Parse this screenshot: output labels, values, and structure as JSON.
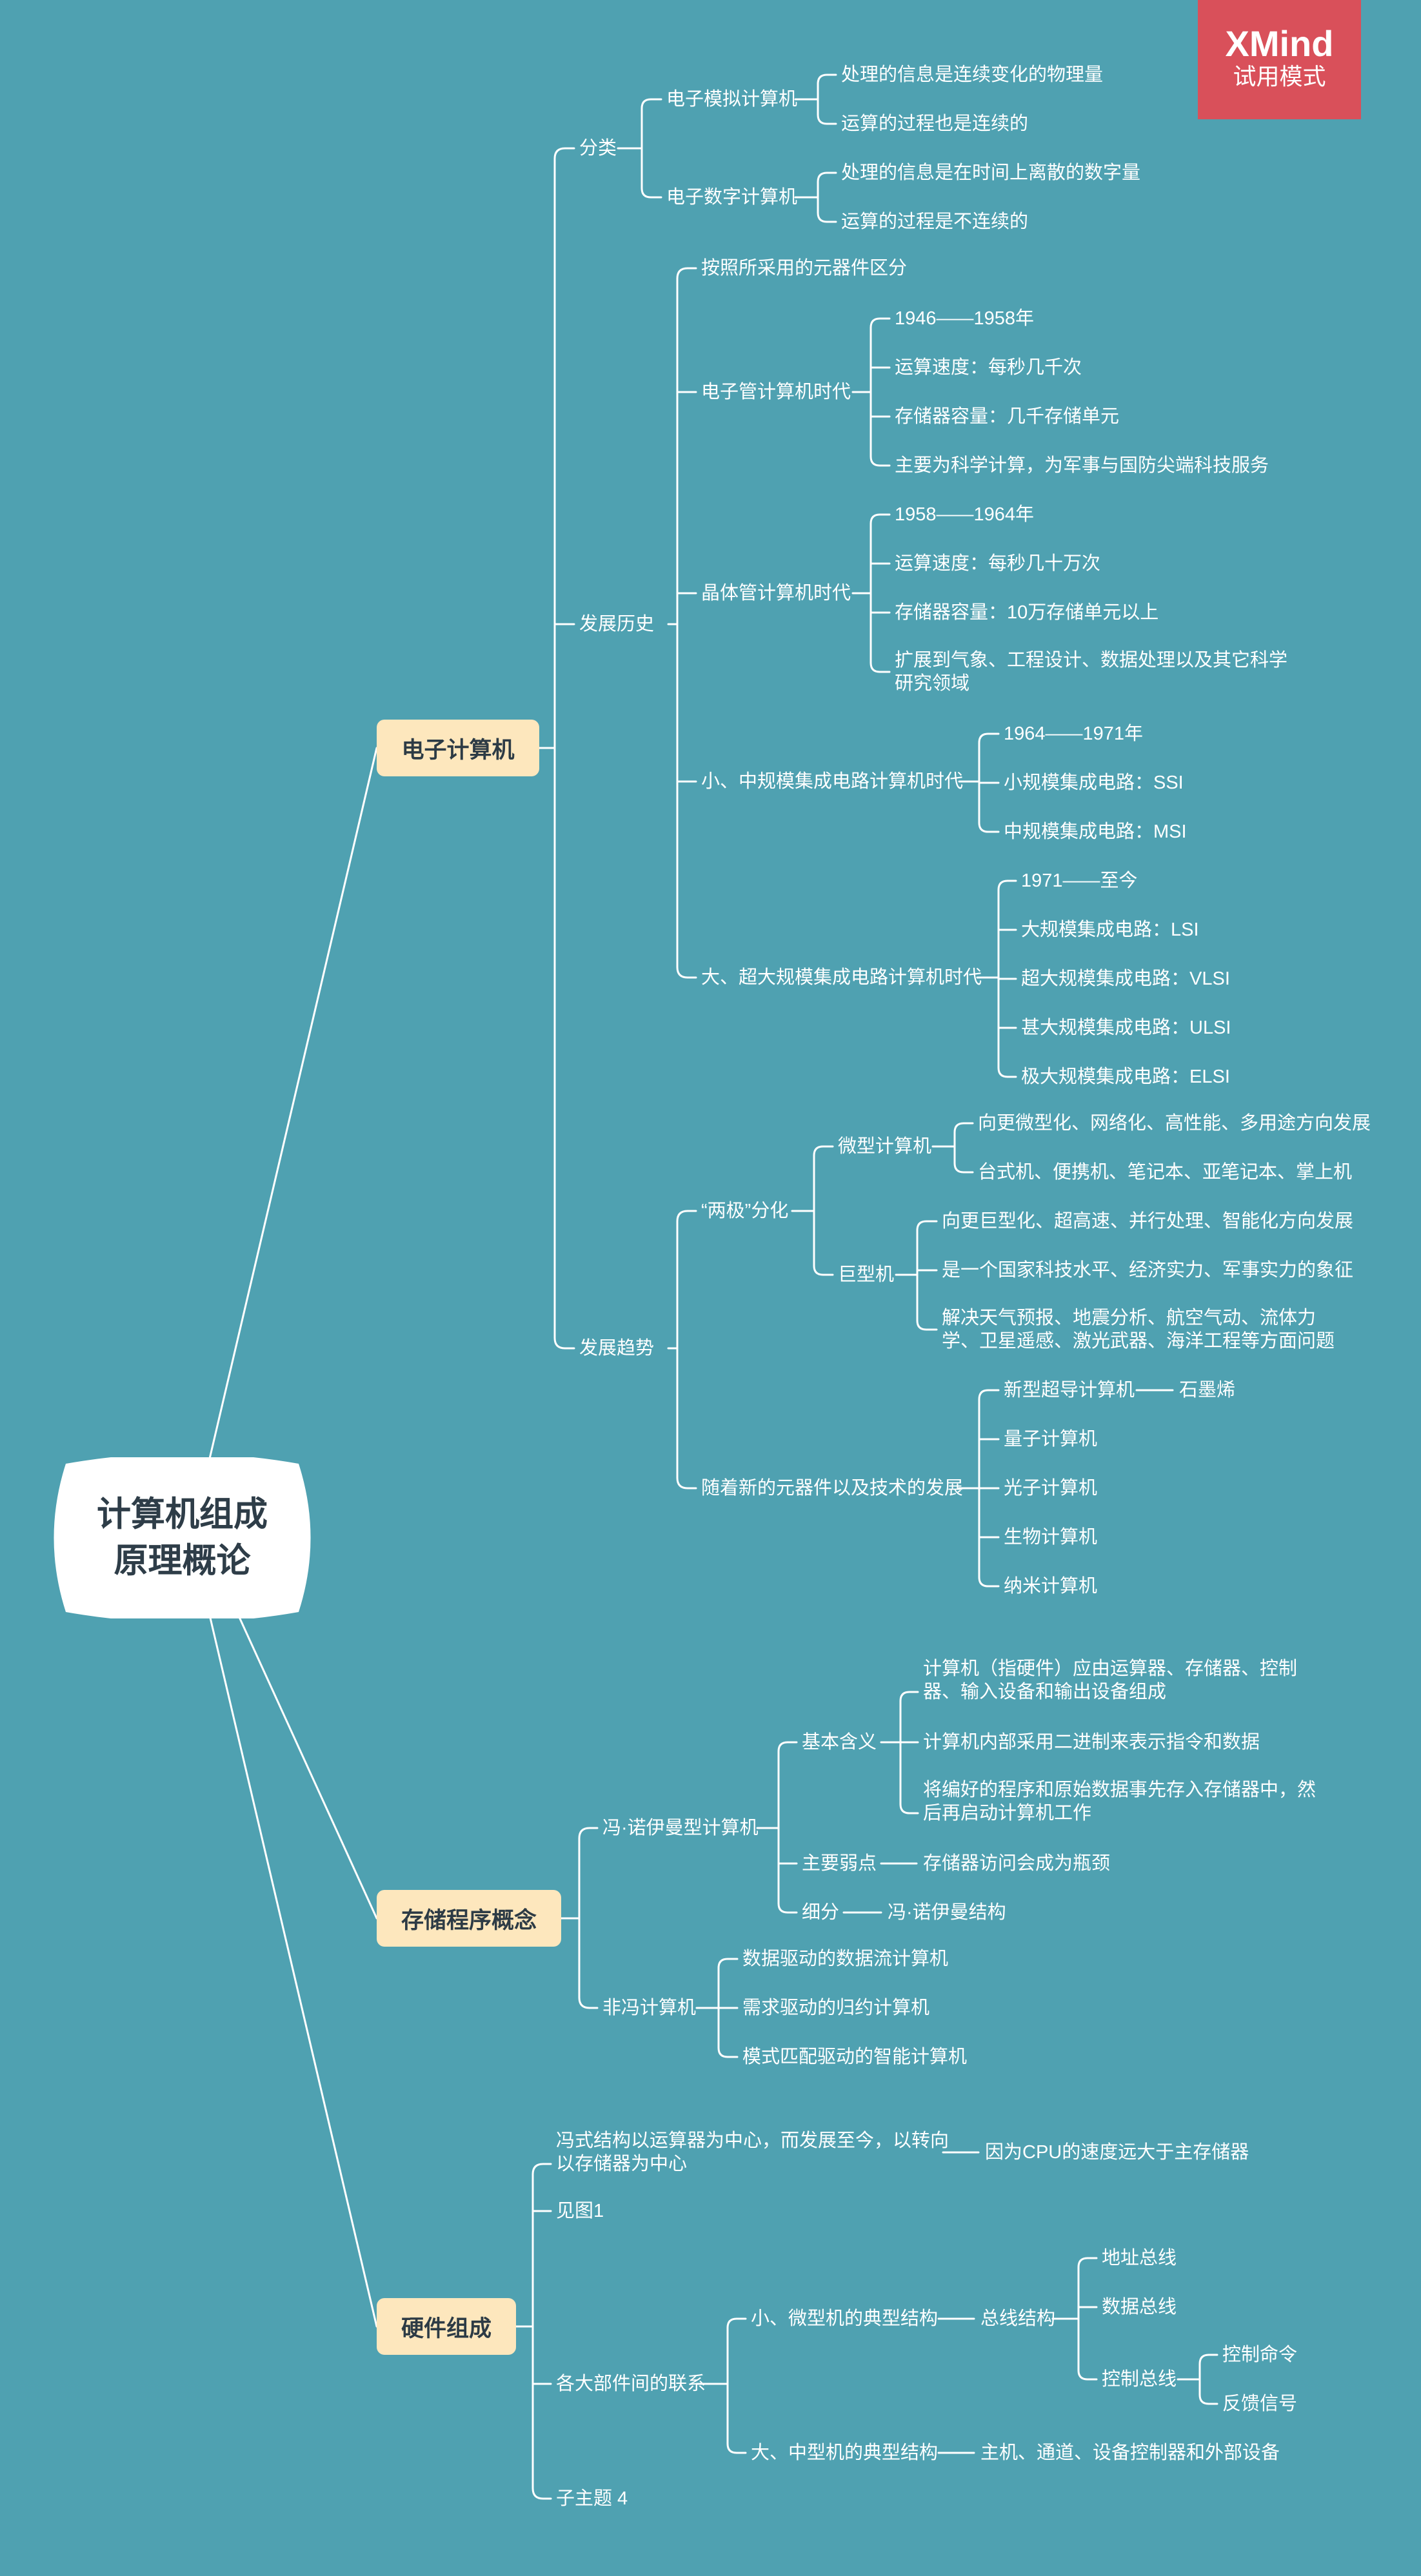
{
  "root": {
    "line1": "计算机组成",
    "line2": "原理概论"
  },
  "watermark": {
    "brand": "XMind",
    "mode": "试用模式"
  },
  "colors": {
    "background": "#4fa1b1",
    "main_topic_fill": "#fde7bd",
    "badge": "#d9505a",
    "line": "#ffffff"
  },
  "topics": {
    "electronic": {
      "label": "电子计算机",
      "classification": {
        "label": "分类",
        "analog": {
          "label": "电子模拟计算机",
          "items": [
            "处理的信息是连续变化的物理量",
            "运算的过程也是连续的"
          ]
        },
        "digital": {
          "label": "电子数字计算机",
          "items": [
            "处理的信息是在时间上离散的数字量",
            "运算的过程是不连续的"
          ]
        }
      },
      "history": {
        "label": "发展历史",
        "basis": "按照所采用的元器件区分",
        "tube": {
          "label": "电子管计算机时代",
          "items": [
            "1946——1958年",
            "运算速度：每秒几千次",
            "存储器容量：几千存储单元",
            "主要为科学计算，为军事与国防尖端科技服务"
          ]
        },
        "transistor": {
          "label": "晶体管计算机时代",
          "items": [
            "1958——1964年",
            "运算速度：每秒几十万次",
            "存储器容量：10万存储单元以上",
            "扩展到气象、工程设计、数据处理以及其它科学",
            "研究领域"
          ]
        },
        "ssi_msi": {
          "label": "小、中规模集成电路计算机时代",
          "items": [
            "1964——1971年",
            "小规模集成电路：SSI",
            "中规模集成电路：MSI"
          ]
        },
        "lsi": {
          "label": "大、超大规模集成电路计算机时代",
          "items": [
            "1971——至今",
            "大规模集成电路：LSI",
            "超大规模集成电路：VLSI",
            "甚大规模集成电路：ULSI",
            "极大规模集成电路：ELSI"
          ]
        }
      },
      "trend": {
        "label": "发展趋势",
        "two_poles": {
          "label": "“两极”分化",
          "micro": {
            "label": "微型计算机",
            "items": [
              "向更微型化、网络化、高性能、多用途方向发展",
              "台式机、便携机、笔记本、亚笔记本、掌上机"
            ]
          },
          "giant": {
            "label": "巨型机",
            "items": [
              "向更巨型化、超高速、并行处理、智能化方向发展",
              "是一个国家科技水平、经济实力、军事实力的象征",
              "解决天气预报、地震分析、航空气动、流体力",
              "学、卫星遥感、激光武器、海洋工程等方面问题"
            ]
          }
        },
        "new_tech": {
          "label": "随着新的元器件以及技术的发展",
          "items": [
            "新型超导计算机",
            "量子计算机",
            "光子计算机",
            "生物计算机",
            "纳米计算机"
          ],
          "graphene": "石墨烯"
        }
      }
    },
    "stored_program": {
      "label": "存储程序概念",
      "von": {
        "label": "冯·诺伊曼型计算机",
        "basic": {
          "label": "基本含义",
          "items": [
            "计算机（指硬件）应由运算器、存储器、控制",
            "器、输入设备和输出设备组成",
            "计算机内部采用二进制来表示指令和数据",
            "将编好的程序和原始数据事先存入存储器中，然",
            "后再启动计算机工作"
          ]
        },
        "weakness": {
          "label": "主要弱点",
          "value": "存储器访问会成为瓶颈"
        },
        "subdivision": {
          "label": "细分",
          "value": "冯·诺伊曼结构"
        }
      },
      "non_von": {
        "label": "非冯计算机",
        "items": [
          "数据驱动的数据流计算机",
          "需求驱动的归约计算机",
          "模式匹配驱动的智能计算机"
        ]
      }
    },
    "hardware": {
      "label": "硬件组成",
      "shift": {
        "lines": [
          "冯式结构以运算器为中心，而发展至今，以转向",
          "以存储器为中心"
        ],
        "reason": "因为CPU的速度远大于主存储器"
      },
      "see_fig": "见图1",
      "relations": {
        "label": "各大部件间的联系",
        "small": {
          "label": "小、微型机的典型结构",
          "bus": "总线结构",
          "buses": [
            "地址总线",
            "数据总线",
            "控制总线"
          ],
          "control": [
            "控制命令",
            "反馈信号"
          ]
        },
        "large": {
          "label": "大、中型机的典型结构",
          "value": "主机、通道、设备控制器和外部设备"
        }
      },
      "sub4": "子主题 4"
    }
  }
}
